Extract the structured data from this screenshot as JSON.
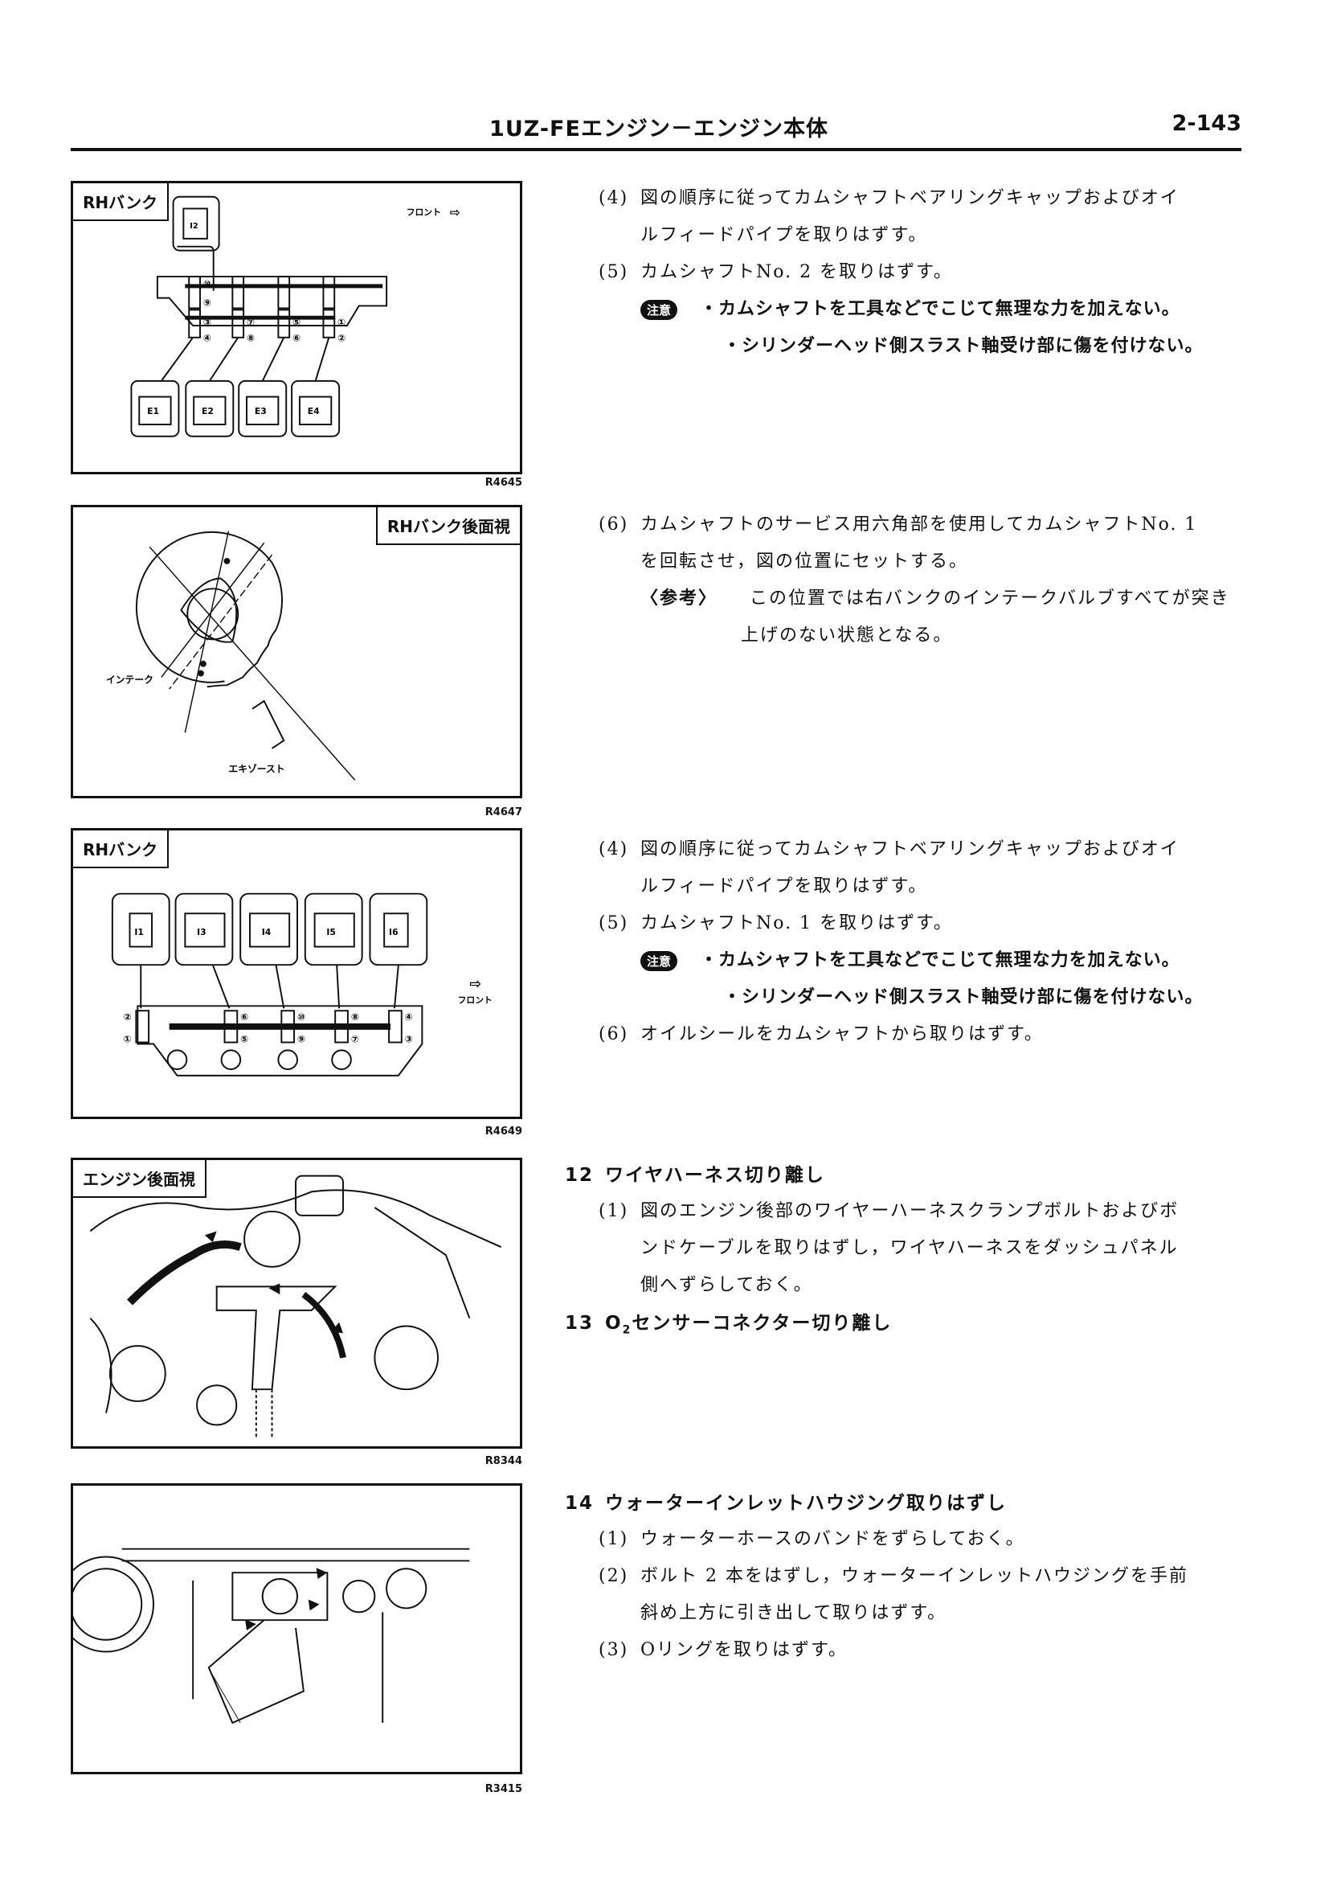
{
  "header": {
    "title": "1UZ-FEエンジン－エンジン本体",
    "page": "2-143"
  },
  "figures": [
    {
      "label": "RHバンク",
      "front": "フロント",
      "code": "R4645",
      "callouts": [
        "I2",
        "E1",
        "E2",
        "E3",
        "E4"
      ],
      "order": [
        "⑩",
        "⑨",
        "③",
        "④",
        "⑦",
        "⑧",
        "⑤",
        "⑥",
        "①",
        "②"
      ]
    },
    {
      "label": "RHバンク後面視",
      "intake": "インテーク",
      "exhaust": "エキゾースト",
      "code": "R4647"
    },
    {
      "label": "RHバンク",
      "front": "フロント",
      "code": "R4649",
      "callouts": [
        "I1",
        "I3",
        "I4",
        "I5",
        "I6"
      ],
      "order": [
        "②",
        "①",
        "⑥",
        "⑤",
        "⑩",
        "⑨",
        "⑧",
        "⑦",
        "④",
        "③"
      ]
    },
    {
      "label": "エンジン後面視",
      "code": "R8344"
    },
    {
      "code": "R3415"
    }
  ],
  "section1": {
    "s4": {
      "num": "(4)",
      "line1": "図の順序に従ってカムシャフトベアリングキャップおよびオイ",
      "line2": "ルフィードパイプを取りはずす。"
    },
    "s5": {
      "num": "(5)",
      "text": "カムシャフトNo. 2 を取りはずす。"
    },
    "caution": {
      "badge": "注意",
      "items": [
        "・カムシャフトを工具などでこじて無理な力を加えない。",
        "・シリンダーヘッド側スラスト軸受け部に傷を付けない。"
      ]
    }
  },
  "section2": {
    "s6": {
      "num": "(6)",
      "line1": "カムシャフトのサービス用六角部を使用してカムシャフトNo. 1",
      "line2": "を回転させ，図の位置にセットする。"
    },
    "ref": {
      "label": "〈参考〉",
      "line1": "この位置では右バンクのインテークバルブすべてが突き",
      "line2": "上げのない状態となる。"
    }
  },
  "section3": {
    "s4": {
      "num": "(4)",
      "line1": "図の順序に従ってカムシャフトベアリングキャップおよびオイ",
      "line2": "ルフィードパイプを取りはずす。"
    },
    "s5": {
      "num": "(5)",
      "text": "カムシャフトNo. 1 を取りはずす。"
    },
    "caution": {
      "badge": "注意",
      "items": [
        "・カムシャフトを工具などでこじて無理な力を加えない。",
        "・シリンダーヘッド側スラスト軸受け部に傷を付けない。"
      ]
    },
    "s6": {
      "num": "(6)",
      "text": "オイルシールをカムシャフトから取りはずす。"
    }
  },
  "step12": {
    "num": "12",
    "title": "ワイヤハーネス切り離し",
    "s1": {
      "num": "(1)",
      "line1": "図のエンジン後部のワイヤーハーネスクランプボルトおよびボ",
      "line2": "ンドケーブルを取りはずし，ワイヤハーネスをダッシュパネル",
      "line3": "側へずらしておく。"
    }
  },
  "step13": {
    "num": "13",
    "title_pre": "O",
    "title_sub": "2",
    "title": "センサーコネクター切り離し"
  },
  "step14": {
    "num": "14",
    "title": "ウォーターインレットハウジング取りはずし",
    "s1": {
      "num": "(1)",
      "text": "ウォーターホースのバンドをずらしておく。"
    },
    "s2": {
      "num": "(2)",
      "line1": "ボルト 2 本をはずし，ウォーターインレットハウジングを手前",
      "line2": "斜め上方に引き出して取りはずす。"
    },
    "s3": {
      "num": "(3)",
      "text": "Oリングを取りはずす。"
    }
  }
}
